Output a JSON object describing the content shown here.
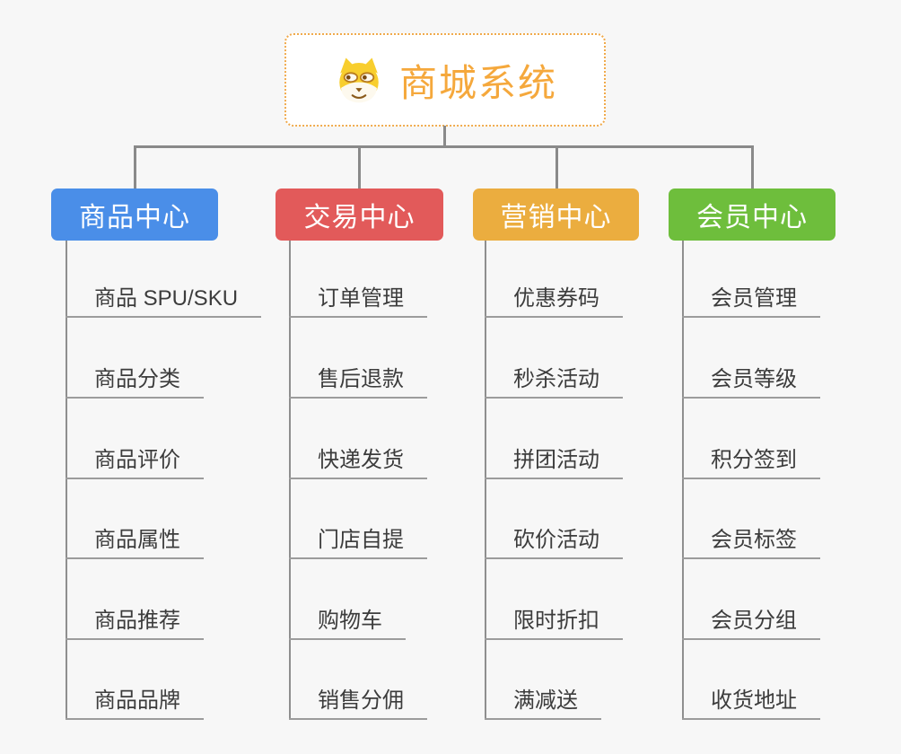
{
  "page": {
    "background": "#f7f7f7"
  },
  "root": {
    "title": "商城系统",
    "icon": "dog-face-icon",
    "text_color": "#f5a83c",
    "border_color": "#f0aa4c"
  },
  "colors": {
    "connector": "#8a8a8a",
    "underline": "#9c9c9c",
    "item_text": "#3c3c3c"
  },
  "branches": [
    {
      "label": "商品中心",
      "color": "#4a8ee8",
      "items": [
        "商品 SPU/SKU",
        "商品分类",
        "商品评价",
        "商品属性",
        "商品推荐",
        "商品品牌"
      ]
    },
    {
      "label": "交易中心",
      "color": "#e25a5a",
      "items": [
        "订单管理",
        "售后退款",
        "快递发货",
        "门店自提",
        "购物车",
        "销售分佣"
      ]
    },
    {
      "label": "营销中心",
      "color": "#ebad3f",
      "items": [
        "优惠券码",
        "秒杀活动",
        "拼团活动",
        "砍价活动",
        "限时折扣",
        "满减送"
      ]
    },
    {
      "label": "会员中心",
      "color": "#6ebe3c",
      "items": [
        "会员管理",
        "会员等级",
        "积分签到",
        "会员标签",
        "会员分组",
        "收货地址"
      ]
    }
  ]
}
